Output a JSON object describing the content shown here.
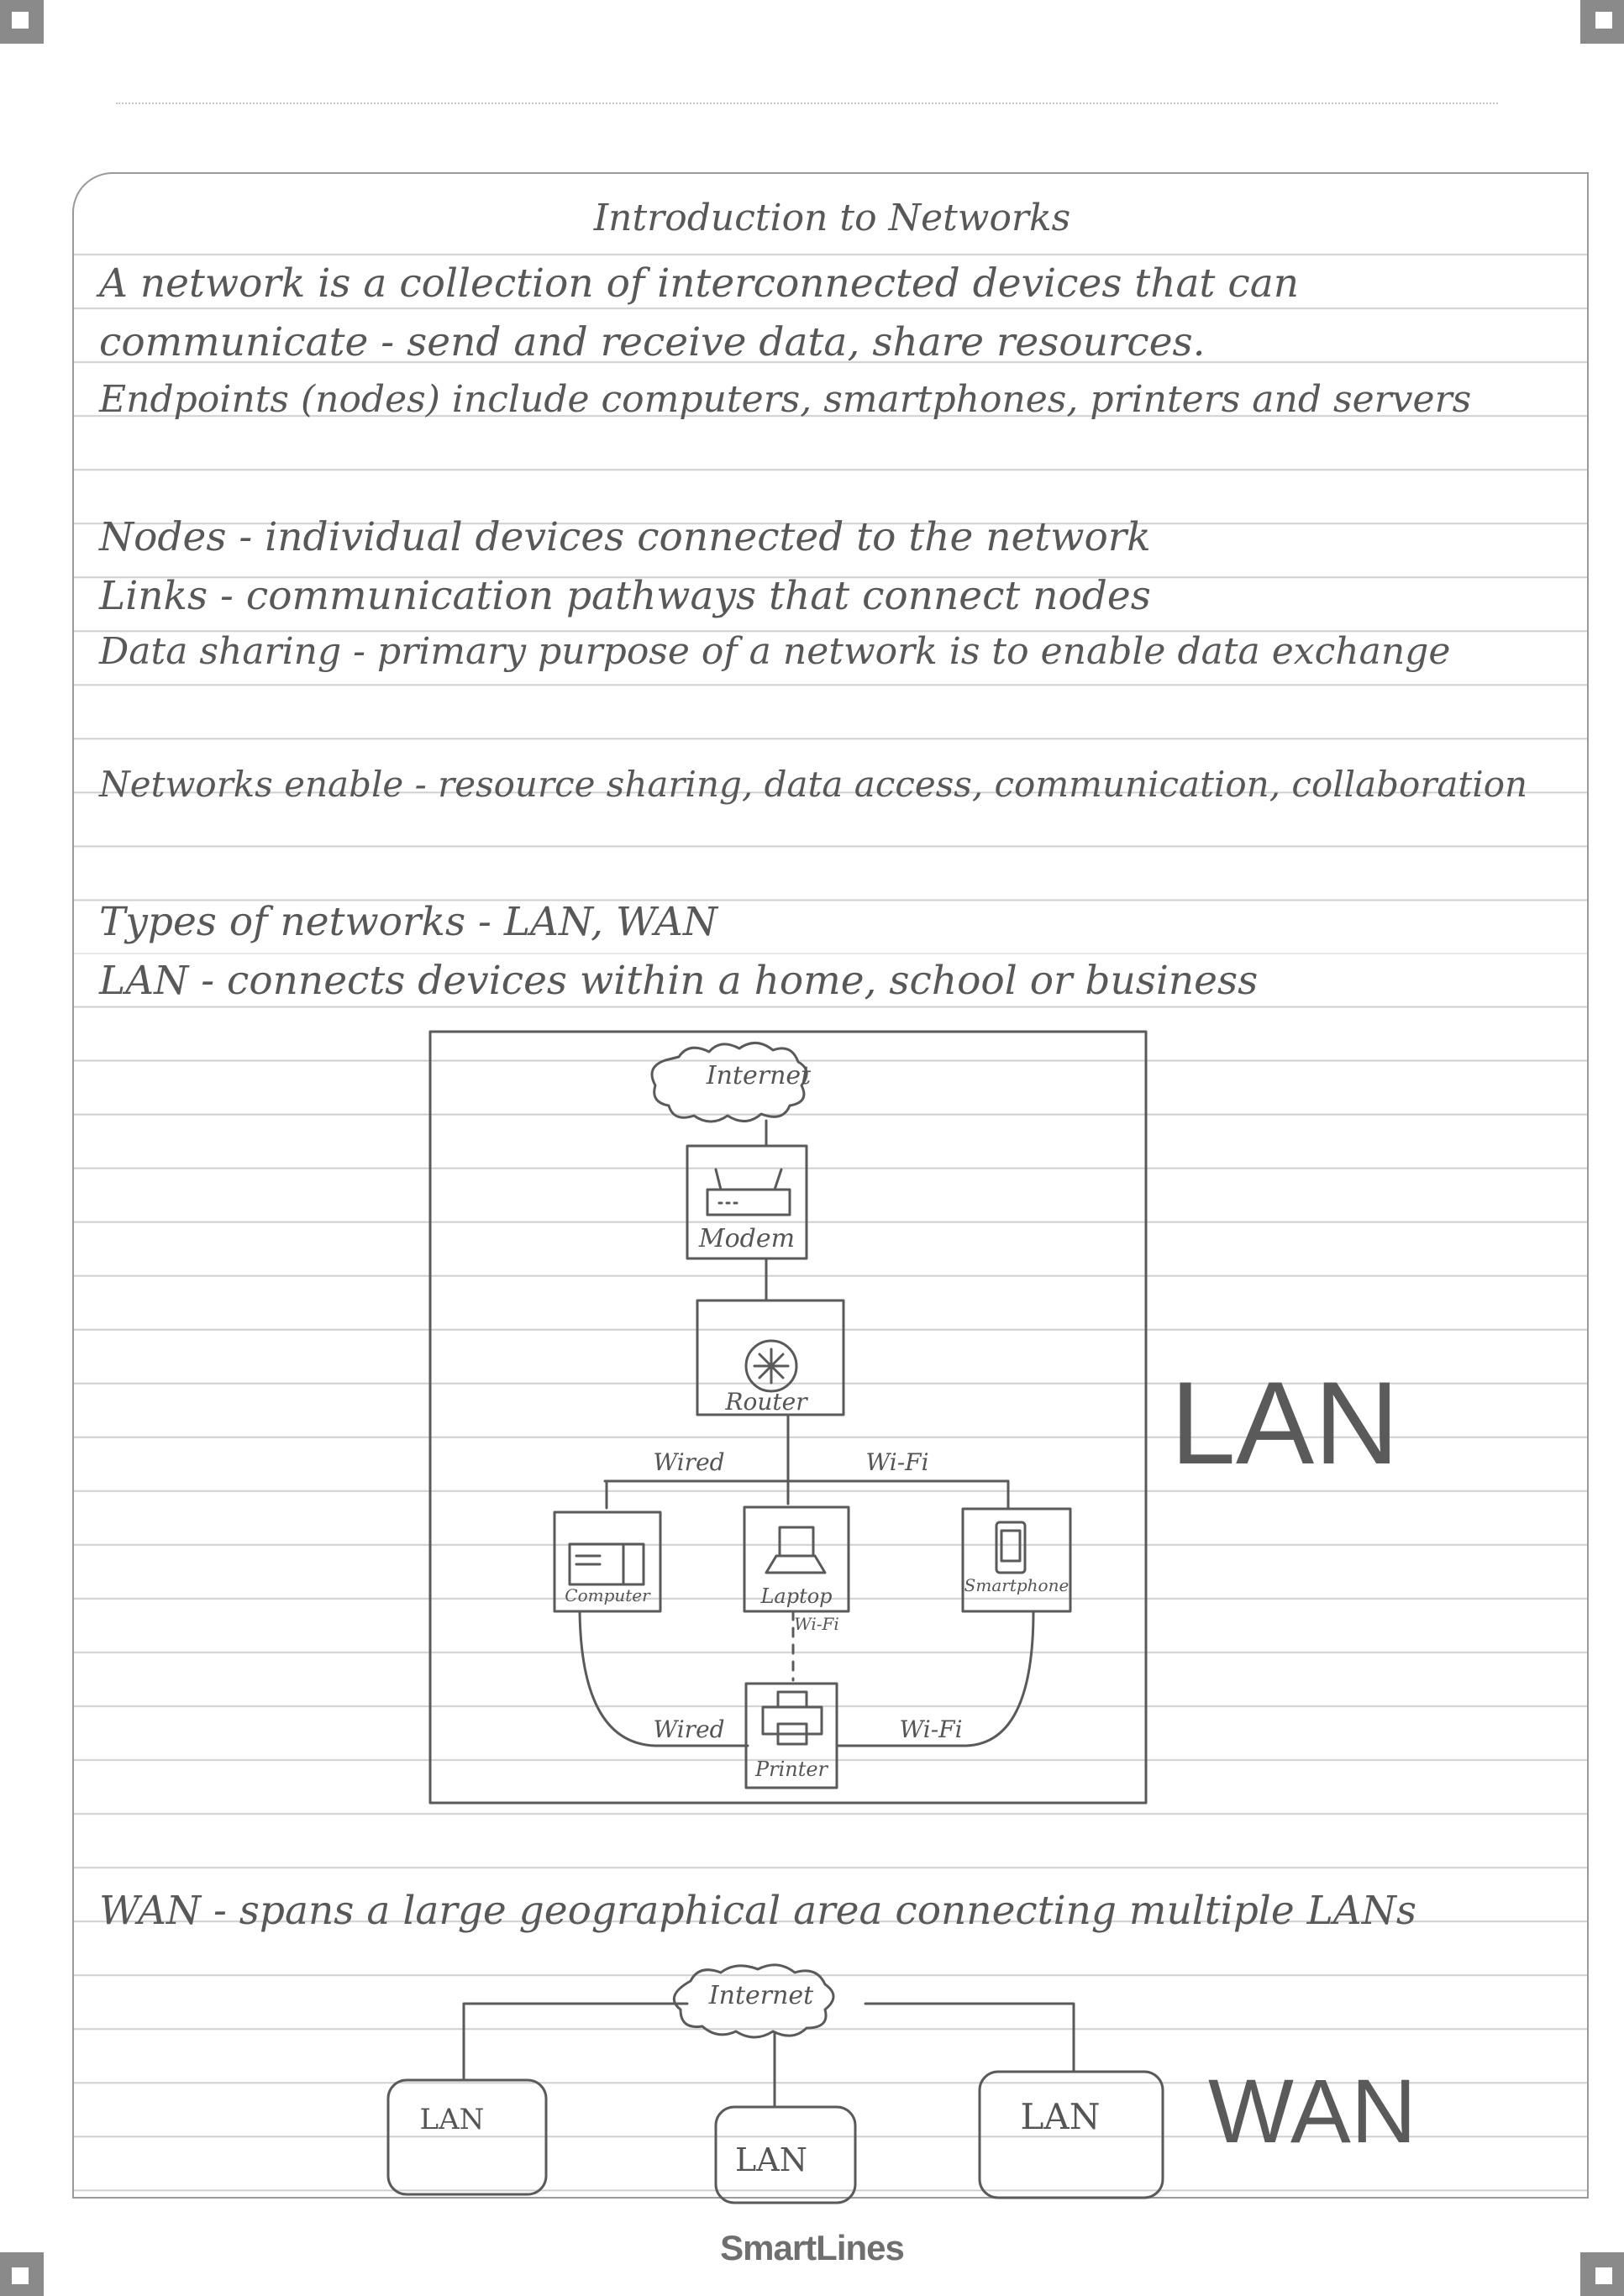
{
  "title": "Introduction to Networks",
  "lines": [
    "A network is a collection of interconnected devices that can",
    "communicate - send and receive data, share resources.",
    "Endpoints (nodes) include computers, smartphones, printers and servers",
    "Nodes - individual devices connected to the network",
    "Links - communication pathways that connect nodes",
    "Data sharing - primary purpose of a network is to enable data exchange",
    "Networks enable - resource sharing, data access, communication, collaboration",
    "Types of networks - LAN, WAN",
    "LAN - connects devices within a home, school or business",
    "WAN - spans a large geographical area connecting multiple LANs"
  ],
  "lan_diagram": {
    "cloud": "Internet",
    "modem": "Modem",
    "router": "Router",
    "wired_left": "Wired",
    "wifi_right": "Wi-Fi",
    "computer": "Computer",
    "laptop": "Laptop",
    "smartphone": "Smartphone",
    "laptop_link": "Wi-Fi",
    "printer_wired": "Wired",
    "printer_wifi": "Wi-Fi",
    "printer": "Printer",
    "big_label": "LAN"
  },
  "wan_diagram": {
    "cloud": "Internet",
    "lan_left": "LAN",
    "lan_center": "LAN",
    "lan_right": "LAN",
    "big_label": "WAN"
  },
  "brand": "SmartLines"
}
